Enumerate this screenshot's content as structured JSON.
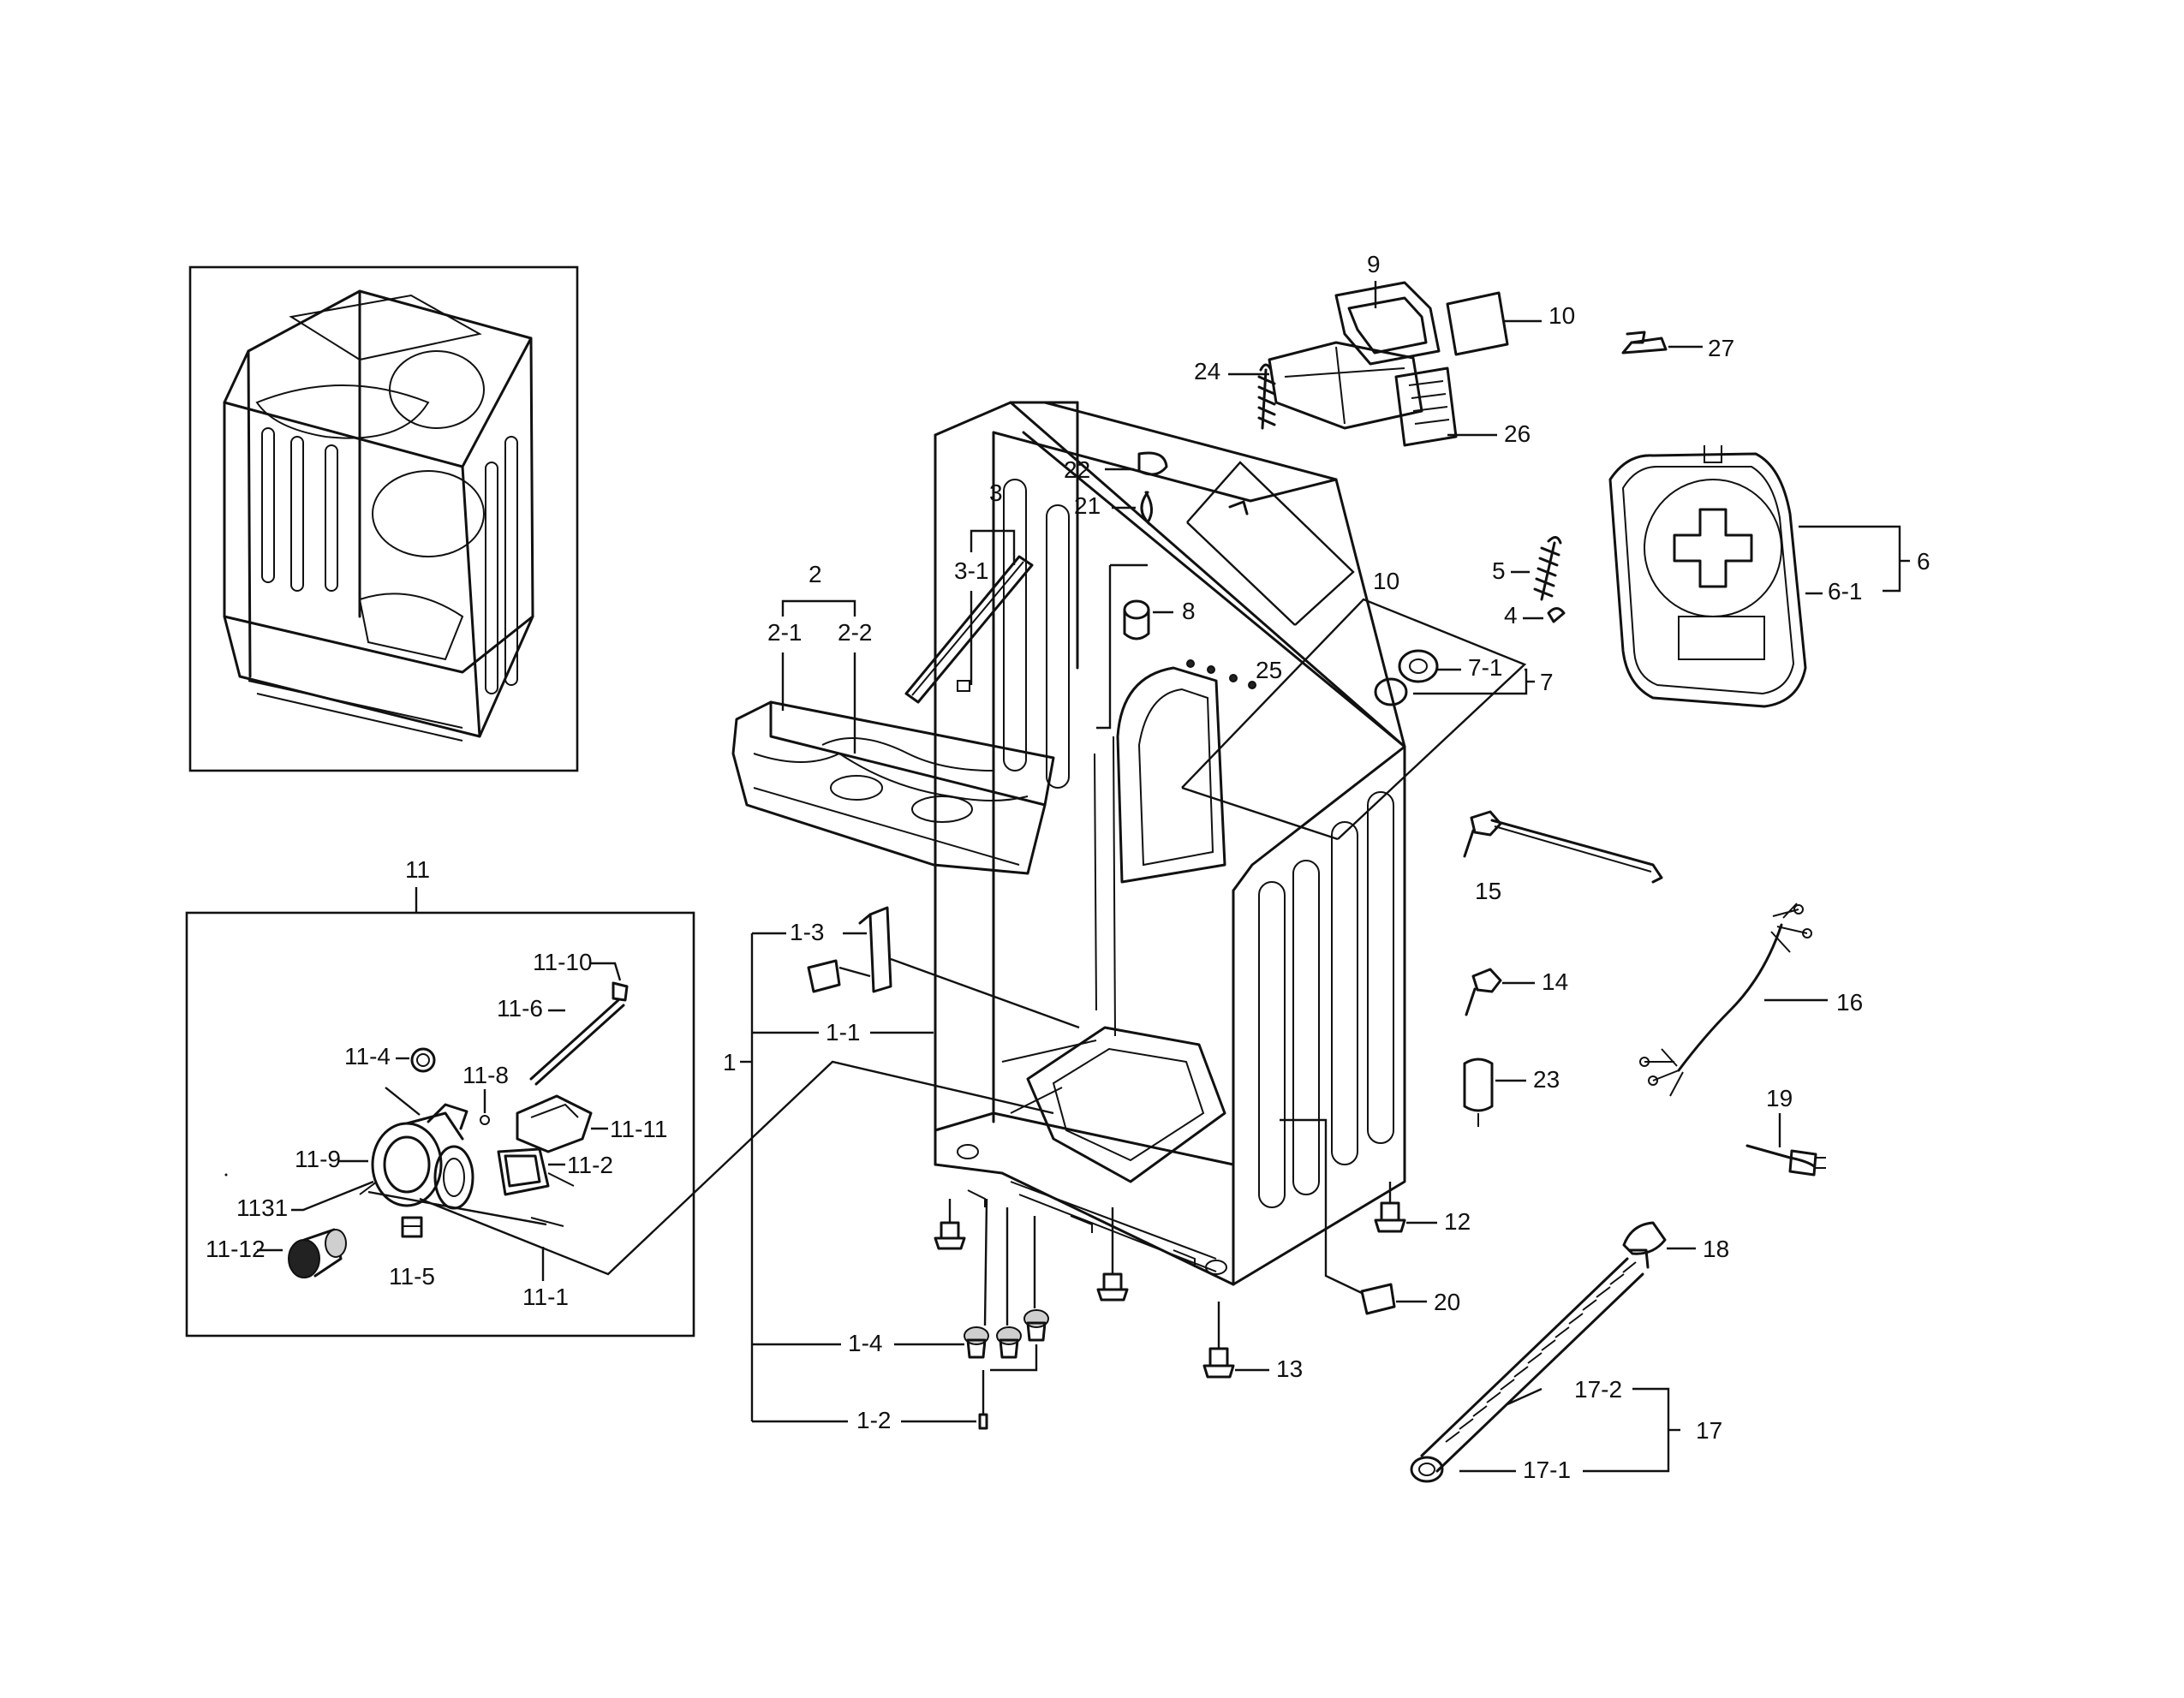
{
  "labels": {
    "p1": "1",
    "p1_1": "1-1",
    "p1_2": "1-2",
    "p1_3": "1-3",
    "p1_4": "1-4",
    "p2": "2",
    "p2_1": "2-1",
    "p2_2": "2-2",
    "p3": "3",
    "p3_1": "3-1",
    "p4": "4",
    "p5": "5",
    "p6": "6",
    "p6_1": "6-1",
    "p7": "7",
    "p7_1": "7-1",
    "p8": "8",
    "p9": "9",
    "p10a": "10",
    "p10b": "10",
    "p11": "11",
    "p11_1": "11-1",
    "p11_2": "11-2",
    "p11_4": "11-4",
    "p11_5": "11-5",
    "p11_6": "11-6",
    "p11_8": "11-8",
    "p11_9": "11-9",
    "p11_10": "11-10",
    "p11_11": "11-11",
    "p11_12": "11-12",
    "p1131": "1131",
    "p12": "12",
    "p13": "13",
    "p14": "14",
    "p15": "15",
    "p16": "16",
    "p17": "17",
    "p17_1": "17-1",
    "p17_2": "17-2",
    "p18": "18",
    "p19": "19",
    "p20": "20",
    "p21": "21",
    "p22": "22",
    "p23": "23",
    "p24": "24",
    "p25": "25",
    "p26": "26",
    "p27": "27"
  }
}
